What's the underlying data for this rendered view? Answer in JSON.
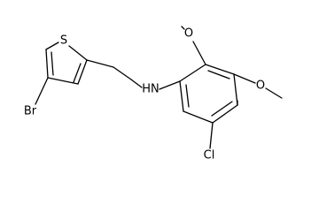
{
  "molecule": {
    "atom_labels": {
      "sulfur": "S",
      "bromine": "Br",
      "amine": "HN",
      "chlorine": "Cl",
      "oxygen_top": "O",
      "oxygen_right": "O"
    },
    "colors": {
      "bond": "#000000",
      "label": "#000000",
      "background": "#ffffff"
    }
  }
}
